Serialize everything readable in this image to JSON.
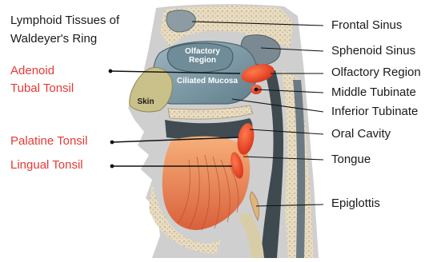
{
  "left_labels": {
    "title_line1": "Lymphoid Tissues of",
    "title_line2": "Waldeyer's Ring",
    "adenoid": "Adenoid",
    "tubal_tonsil": "Tubal Tonsil",
    "palatine_tonsil": "Palatine Tonsil",
    "lingual_tonsil": "Lingual Tonsil"
  },
  "right_labels": {
    "frontal_sinus": "Frontal Sinus",
    "sphenoid_sinus": "Sphenoid Sinus",
    "olfactory_region": "Olfactory Region",
    "middle_tubinate": "Middle Tubinate",
    "inferior_tubinate": "Inferior Tubinate",
    "oral_cavity": "Oral Cavity",
    "tongue": "Tongue",
    "epiglottis": "Epiglottis"
  },
  "inner_labels": {
    "olfactory_line1": "Olfactory",
    "olfactory_line2": "Region",
    "ciliated_mucosa": "Ciliated Mucosa",
    "skin": "Skin"
  },
  "colors": {
    "label_red": "#e53935",
    "tonsil_red": "#f04a2a",
    "leader_line": "#111111"
  }
}
